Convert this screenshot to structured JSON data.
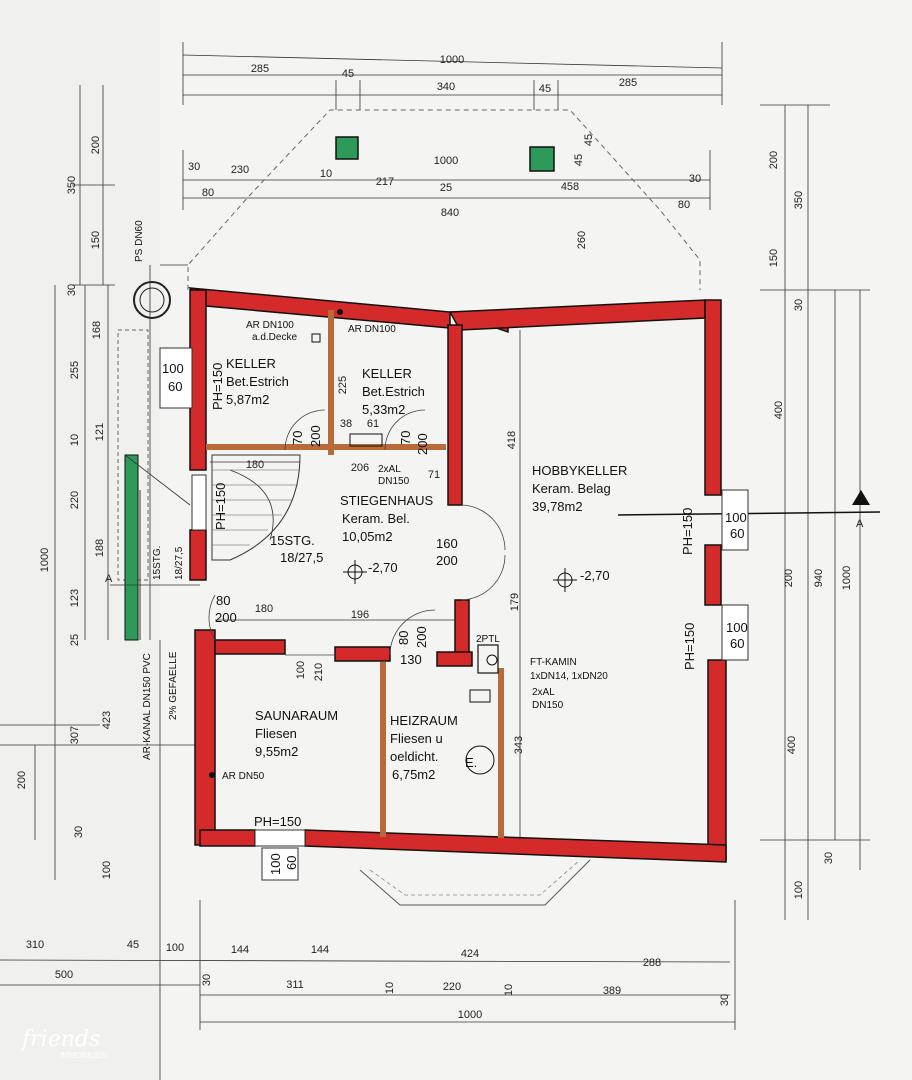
{
  "dims": {
    "top_total": "1000",
    "top_row1": [
      "285",
      "45",
      "340",
      "45",
      "285"
    ],
    "top_row2_left_a": "30",
    "top_row2_left_b": "230",
    "top_row2_left_c": "80",
    "top_row2_small": "10",
    "top_row2_217": "217",
    "top_row2_1000": "1000",
    "top_row2_458": "458",
    "top_row2_right_30": "30",
    "top_row2_right_80": "80",
    "top_row2_25": "25",
    "top_row2_840": "840",
    "top_right_45a": "45",
    "top_right_45b": "45",
    "top_260": "260",
    "left_outer": [
      "350",
      "200",
      "150",
      "30"
    ],
    "left_1000": "1000",
    "left_col": [
      "168",
      "255",
      "10",
      "121",
      "220",
      "188",
      "123",
      "25",
      "423",
      "307"
    ],
    "left_bottom": [
      "200",
      "30",
      "100"
    ],
    "right_outer": [
      "200",
      "350",
      "150",
      "30",
      "400",
      "200",
      "400",
      "30",
      "100"
    ],
    "right_940": "940",
    "right_1000": "1000",
    "bottom_row1": [
      "310",
      "45",
      "100",
      "144",
      "144",
      "424",
      "288"
    ],
    "bottom_500": "500",
    "bottom_row2": [
      "30",
      "311",
      "10",
      "220",
      "10",
      "389",
      "30"
    ],
    "bottom_total": "1000",
    "interior": {
      "d225": "225",
      "d38": "38",
      "d61": "61",
      "d180a": "180",
      "d206": "206",
      "d71": "71",
      "d418": "418",
      "d196": "196",
      "d180b": "180",
      "d179": "179",
      "d210": "210",
      "d100i": "100",
      "d343": "343"
    }
  },
  "rooms": [
    {
      "name": "KELLER",
      "finish": "Bet.Estrich",
      "area": "5,87m2"
    },
    {
      "name": "KELLER",
      "finish": "Bet.Estrich",
      "area": "5,33m2"
    },
    {
      "name": "HOBBYKELLER",
      "finish": "Keram. Belag",
      "area": "39,78m2"
    },
    {
      "name": "STIEGENHAUS",
      "finish": "Keram. Bel.",
      "area": "10,05m2"
    },
    {
      "name": "SAUNARAUM",
      "finish": "Fliesen",
      "area": "9,55m2"
    },
    {
      "name": "HEIZRAUM",
      "finish_a": "Fliesen u",
      "finish_b": "oeldicht.",
      "area": "6,75m2"
    }
  ],
  "labels": {
    "ar_dn100_a": "AR DN100",
    "ar_dn100_a2": "a.d.Decke",
    "ar_dn100_b": "AR DN100",
    "ps_dn60": "PS DN60",
    "ar_dn50": "AR DN50",
    "two_xal_a": "2xAL",
    "dn150_a": "DN150",
    "two_xal_b": "2xAL",
    "dn150_b": "DN150",
    "ft_kamin": "FT-KAMIN",
    "kamin_spec": "1xDN14, 1xDN20",
    "two_ptl": "2PTL",
    "ar_kanal": "AR-KANAL DN150 PVC",
    "gefaelle": "2% GEFAELLE",
    "level_main": "-2,70",
    "level_stair": "-2,70",
    "stairs_a1": "15STG.",
    "stairs_a2": "18/27,5",
    "stairs_b1": "15STG.",
    "stairs_b2": "18/27,5",
    "e_mark": "E.",
    "section_mark": "A",
    "ph150": "PH=150",
    "win_100": "100",
    "win_60": "60",
    "door_70": "70",
    "door_200": "200",
    "door_80": "80",
    "door_160": "160",
    "door_130": "130"
  },
  "logo": {
    "brand": "friends",
    "sub": "IMMOBILIEN"
  },
  "colors": {
    "wall": "#d42a2a",
    "inner_wall": "#b86a3a",
    "chimney": "#2e9a5a",
    "paper": "#f4f4f2"
  }
}
